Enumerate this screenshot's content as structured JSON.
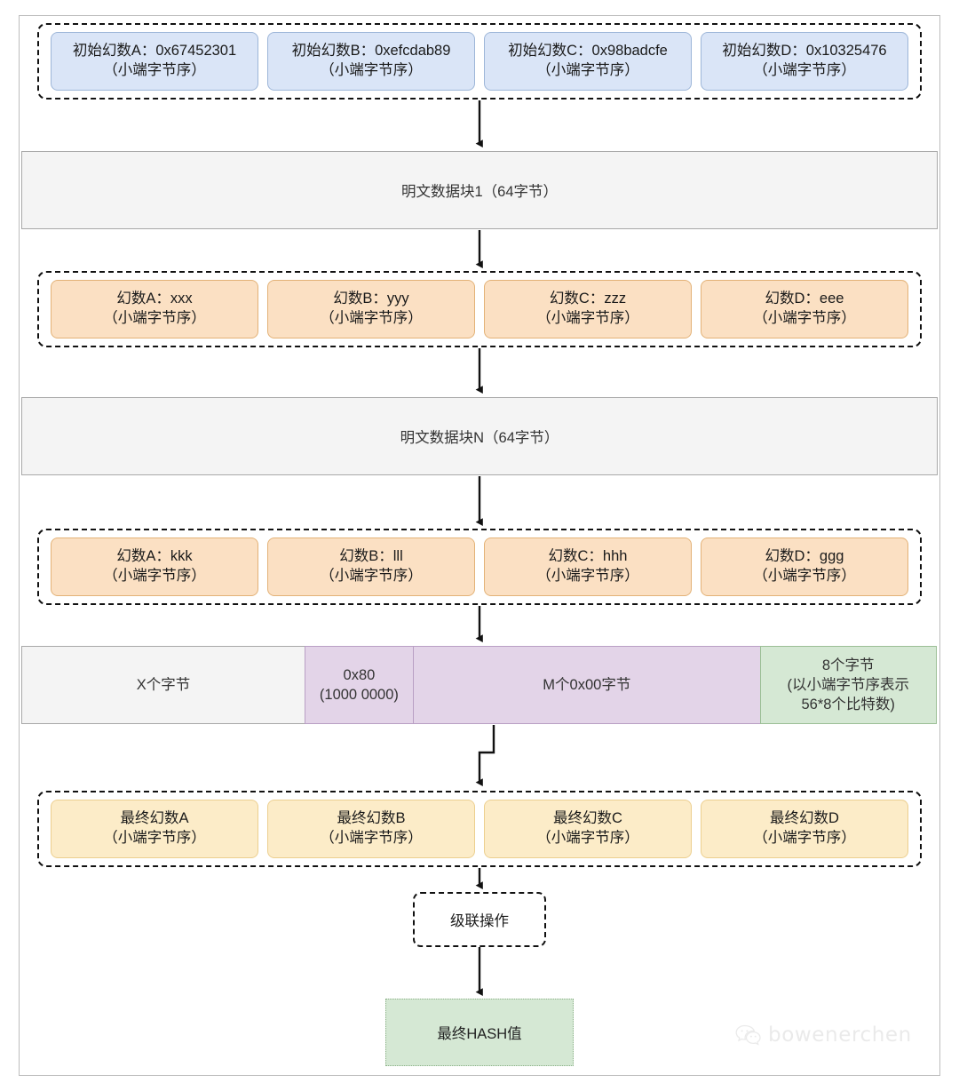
{
  "diagram": {
    "title": "MD5 hash computation flow",
    "colors": {
      "initial_magic_fill": "#dae5f7",
      "magic_fill": "#fbe0c3",
      "final_magic_fill": "#fcecc8",
      "block_fill": "#f4f4f4",
      "padding_zero_fill": "#e3d4e8",
      "length_fill": "#d5e8d4",
      "hash_fill": "#d5e8d4",
      "stroke": "#111111"
    },
    "endian_note": "（小端字节序）",
    "initial_magic_group": {
      "name": "initial-magic-numbers",
      "cells": [
        {
          "line1": "初始幻数A：0x67452301",
          "line2": "（小端字节序）"
        },
        {
          "line1": "初始幻数B：0xefcdab89",
          "line2": "（小端字节序）"
        },
        {
          "line1": "初始幻数C：0x98badcfe",
          "line2": "（小端字节序）"
        },
        {
          "line1": "初始幻数D：0x10325476",
          "line2": "（小端字节序）"
        }
      ]
    },
    "block1": {
      "label": "明文数据块1（64字节）"
    },
    "magic_group_1": {
      "name": "magic-numbers-after-block-1",
      "cells": [
        {
          "line1": "幻数A：xxx",
          "line2": "（小端字节序）"
        },
        {
          "line1": "幻数B：yyy",
          "line2": "（小端字节序）"
        },
        {
          "line1": "幻数C：zzz",
          "line2": "（小端字节序）"
        },
        {
          "line1": "幻数D：eee",
          "line2": "（小端字节序）"
        }
      ]
    },
    "blockN": {
      "label": "明文数据块N（64字节）"
    },
    "magic_group_n": {
      "name": "magic-numbers-after-block-n",
      "cells": [
        {
          "line1": "幻数A：kkk",
          "line2": "（小端字节序）"
        },
        {
          "line1": "幻数B：lll",
          "line2": "（小端字节序）"
        },
        {
          "line1": "幻数C：hhh",
          "line2": "（小端字节序）"
        },
        {
          "line1": "幻数D：ggg",
          "line2": "（小端字节序）"
        }
      ]
    },
    "padding_strip": {
      "name": "padding-layout",
      "segments": [
        {
          "kind": "grey",
          "line1": "X个字节",
          "line2": "",
          "line3": ""
        },
        {
          "kind": "purple",
          "line1": "0x80",
          "line2": "(1000 0000)",
          "line3": ""
        },
        {
          "kind": "purple",
          "line1": "M个0x00字节",
          "line2": "",
          "line3": ""
        },
        {
          "kind": "green",
          "line1": "8个字节",
          "line2": "(以小端字节序表示",
          "line3": "56*8个比特数)"
        }
      ]
    },
    "final_magic_group": {
      "name": "final-magic-numbers",
      "cells": [
        {
          "line1": "最终幻数A",
          "line2": "（小端字节序）"
        },
        {
          "line1": "最终幻数B",
          "line2": "（小端字节序）"
        },
        {
          "line1": "最终幻数C",
          "line2": "（小端字节序）"
        },
        {
          "line1": "最终幻数D",
          "line2": "（小端字节序）"
        }
      ]
    },
    "cascade": {
      "label": "级联操作"
    },
    "final_hash": {
      "label": "最终HASH值"
    }
  },
  "watermark": {
    "text": "bowenerchen",
    "icon": "wechat-icon"
  }
}
